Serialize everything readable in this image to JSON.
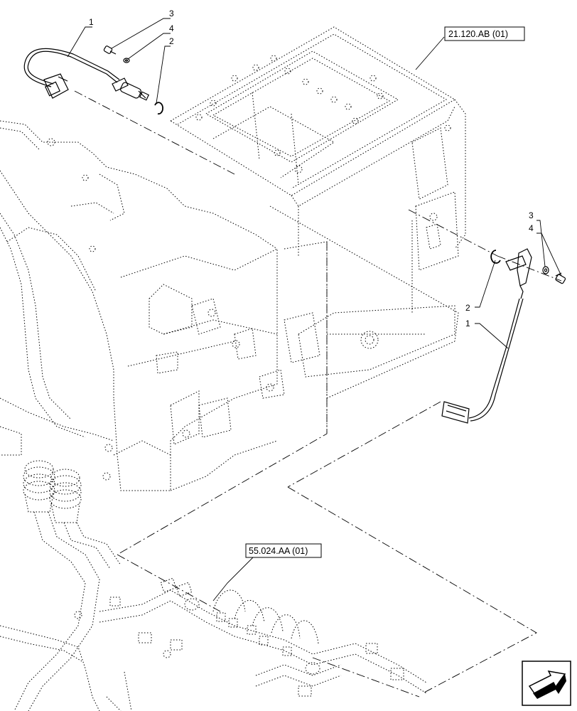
{
  "references": {
    "top_right": "21.120.AB (01)",
    "bottom_center": "55.024.AA (01)"
  },
  "callouts": {
    "top_left": [
      {
        "label": "1"
      },
      {
        "label": "3"
      },
      {
        "label": "4"
      },
      {
        "label": "2"
      }
    ],
    "right": [
      {
        "label": "3"
      },
      {
        "label": "4"
      },
      {
        "label": "2"
      },
      {
        "label": "1"
      }
    ]
  },
  "nav_icon": "navigation-arrow-icon"
}
